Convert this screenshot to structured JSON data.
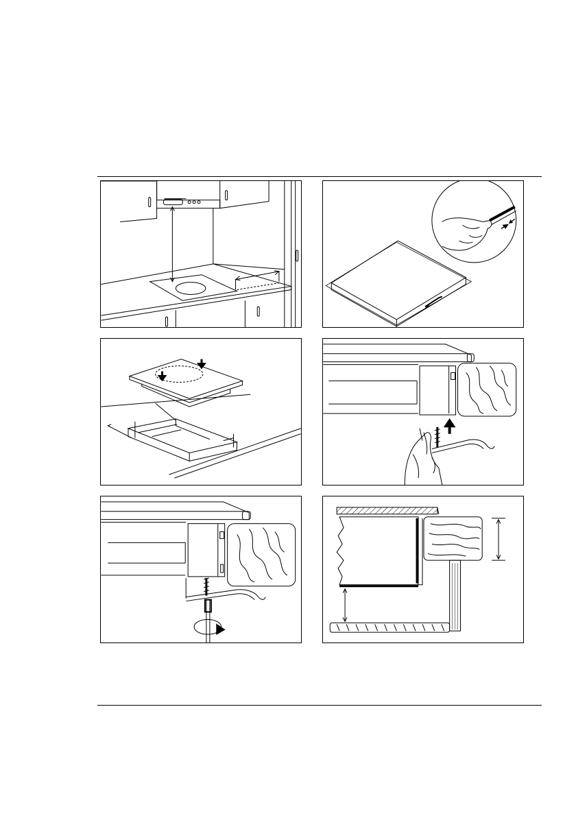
{
  "page": {
    "figures": [
      {
        "id": "fig-1",
        "icon": "kitchen-clearance-diagram"
      },
      {
        "id": "fig-2",
        "icon": "seal-application-diagram"
      },
      {
        "id": "fig-3",
        "icon": "cutout-placement-diagram"
      },
      {
        "id": "fig-4",
        "icon": "bracket-insertion-diagram"
      },
      {
        "id": "fig-5",
        "icon": "screw-tightening-diagram"
      },
      {
        "id": "fig-6",
        "icon": "worktop-section-diagram"
      }
    ]
  }
}
